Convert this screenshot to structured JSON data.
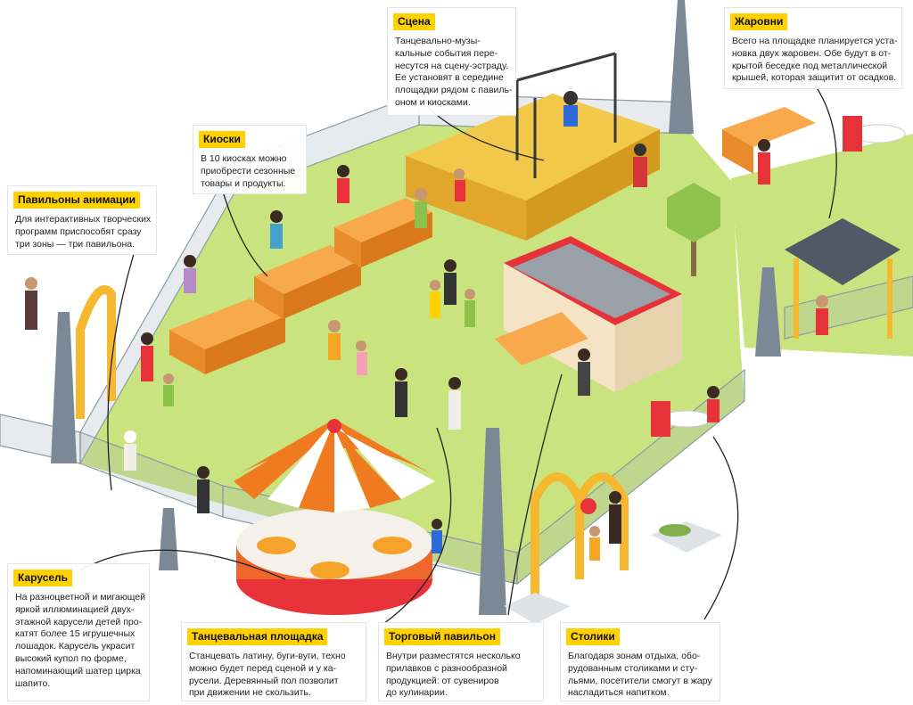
{
  "callouts": {
    "stage": {
      "title": "Сцена",
      "lines": [
        "Танцевально-музы-",
        "кальные события пере-",
        "несутся на сцену-эстраду.",
        "Ее установят в середине",
        "площадки рядом с павиль-",
        "оном и киосками."
      ]
    },
    "grills": {
      "title": "Жаровни",
      "lines": [
        "Всего на площадке планируется уста-",
        "новка двух жаровен. Обе будут в от-",
        "крытой беседке под металлической",
        "крышей, которая защитит от осадков."
      ]
    },
    "kiosks": {
      "title": "Киоски",
      "lines": [
        "В 10 киосках можно",
        "приобрести сезонные",
        "товары и продукты."
      ]
    },
    "pavilions": {
      "title": "Павильоны анимации",
      "lines": [
        "Для интерактивных творческих",
        "программ  приспособят сразу",
        "три зоны — три павильона."
      ]
    },
    "carousel": {
      "title": "Карусель",
      "lines": [
        "На разноцветной и мигающей",
        "яркой иллюминацией двух-",
        "этажной карусели детей про-",
        "катят более 15 игрушечных",
        "лошадок. Карусель украсит",
        "высокий купол по форме,",
        "напоминающий шатер цирка",
        "шапито."
      ]
    },
    "dance": {
      "title": "Танцевальная площадка",
      "lines": [
        "Станцевать латину, буги-вуги, техно",
        "можно будет перед сценой и у ка-",
        "русели. Деревянный пол позволит",
        "при движении не скользить."
      ]
    },
    "trade": {
      "title": "Торговый павильон",
      "lines": [
        "Внутри разместятся несколько",
        "прилавков с разнообразной",
        "продукцией: от сувениров",
        "до кулинарии."
      ]
    },
    "tables": {
      "title": "Столики",
      "lines": [
        "Благодаря зонам отдыха, обо-",
        "рудованным столиками и сту-",
        "льями, посетители смогут в жару",
        "насладиться напитком."
      ]
    }
  },
  "colors": {
    "accent": "#ffd100",
    "lawn": "#c9e47f",
    "fence": "#8a9aa6",
    "stage": "#f2c84b",
    "tent_orange": "#f07a1f",
    "tent_red": "#e53a2f",
    "roof_red": "#e8323a"
  }
}
